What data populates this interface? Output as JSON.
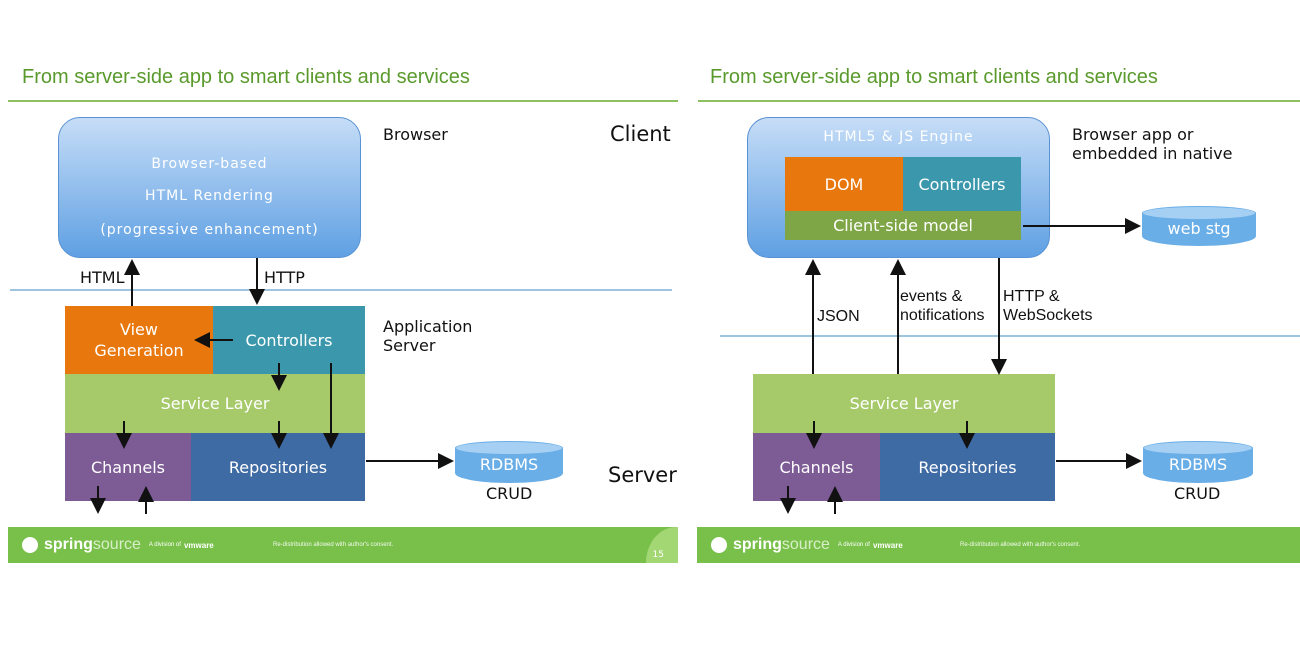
{
  "left_slide": {
    "title": "From server-side app to smart clients and services",
    "browser_box": {
      "line1": "Browser-based",
      "line2": "HTML Rendering",
      "line3": "(progressive enhancement)"
    },
    "browser_label": "Browser",
    "client_label": "Client",
    "html_label": "HTML",
    "http_label": "HTTP",
    "app_server_label": "Application\nServer",
    "view_generation": "View\nGeneration",
    "controllers": "Controllers",
    "service_layer": "Service Layer",
    "channels": "Channels",
    "repositories": "Repositories",
    "rdbms": "RDBMS",
    "crud": "CRUD",
    "server_label": "Server",
    "page_number": "15"
  },
  "right_slide": {
    "title": "From server-side app to smart clients and services",
    "engine_title": "HTML5 & JS Engine",
    "browser_app_label": "Browser app or\nembedded in native",
    "dom": "DOM",
    "controllers": "Controllers",
    "client_model": "Client-side model",
    "web_stg": "web stg",
    "json_label": "JSON",
    "events_label": "events &\nnotifications",
    "http_ws_label": "HTTP &\nWebSockets",
    "service_layer": "Service Layer",
    "channels": "Channels",
    "repositories": "Repositories",
    "rdbms": "RDBMS",
    "crud": "CRUD"
  },
  "footer": {
    "brand_word_1": "spring",
    "brand_word_2": "source",
    "division_text": "A division of",
    "vmware": "vmware",
    "notice": "Re-distribution allowed with author's consent."
  },
  "colors": {
    "title_green": "#5a9a2c",
    "footer_green": "#79c04a",
    "orange": "#e8780e",
    "teal": "#3b98ac",
    "layer_green": "#a6c96a",
    "purple": "#7d5b95",
    "blue": "#3f6ba5"
  }
}
